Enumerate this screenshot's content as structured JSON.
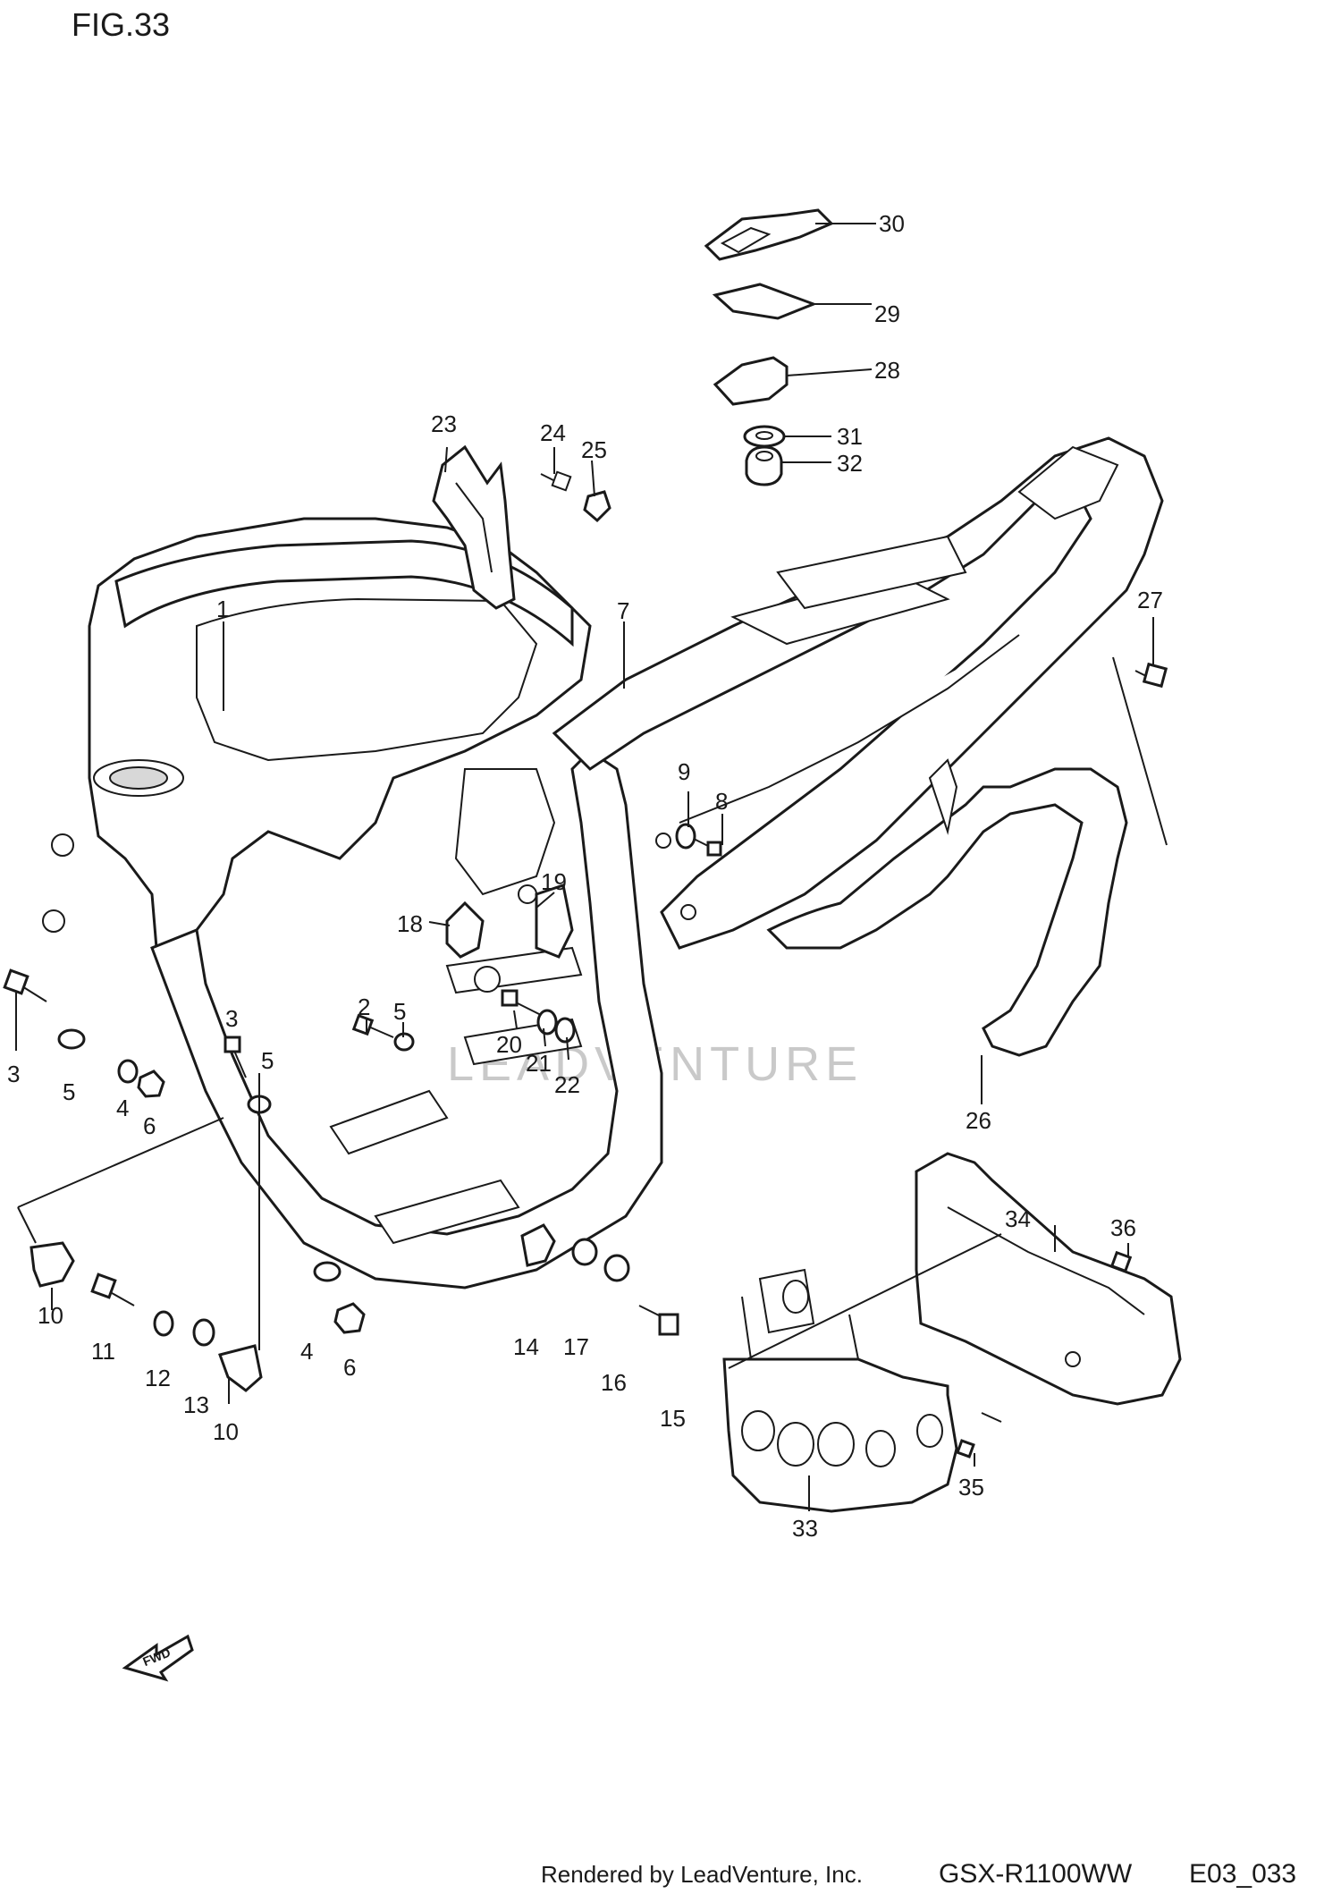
{
  "figure_label": "FIG.33",
  "watermark": "LEADVENTURE",
  "footer": {
    "rendered_by": "Rendered by LeadVenture, Inc.",
    "model_code": "GSX-R1100WW",
    "diagram_code": "E03_033"
  },
  "fwd_arrow_label": "FWD",
  "callouts": [
    {
      "id": "c1",
      "text": "1"
    },
    {
      "id": "c2",
      "text": "2"
    },
    {
      "id": "c3a",
      "text": "3"
    },
    {
      "id": "c3b",
      "text": "3"
    },
    {
      "id": "c4a",
      "text": "4"
    },
    {
      "id": "c4b",
      "text": "4"
    },
    {
      "id": "c5a",
      "text": "5"
    },
    {
      "id": "c5b",
      "text": "5"
    },
    {
      "id": "c5c",
      "text": "5"
    },
    {
      "id": "c6a",
      "text": "6"
    },
    {
      "id": "c6b",
      "text": "6"
    },
    {
      "id": "c7",
      "text": "7"
    },
    {
      "id": "c8",
      "text": "8"
    },
    {
      "id": "c9",
      "text": "9"
    },
    {
      "id": "c10a",
      "text": "10"
    },
    {
      "id": "c10b",
      "text": "10"
    },
    {
      "id": "c11",
      "text": "11"
    },
    {
      "id": "c12",
      "text": "12"
    },
    {
      "id": "c13",
      "text": "13"
    },
    {
      "id": "c14",
      "text": "14"
    },
    {
      "id": "c15",
      "text": "15"
    },
    {
      "id": "c16",
      "text": "16"
    },
    {
      "id": "c17",
      "text": "17"
    },
    {
      "id": "c18",
      "text": "18"
    },
    {
      "id": "c19",
      "text": "19"
    },
    {
      "id": "c20",
      "text": "20"
    },
    {
      "id": "c21",
      "text": "21"
    },
    {
      "id": "c22",
      "text": "22"
    },
    {
      "id": "c23",
      "text": "23"
    },
    {
      "id": "c24",
      "text": "24"
    },
    {
      "id": "c25",
      "text": "25"
    },
    {
      "id": "c26",
      "text": "26"
    },
    {
      "id": "c27",
      "text": "27"
    },
    {
      "id": "c28",
      "text": "28"
    },
    {
      "id": "c29",
      "text": "29"
    },
    {
      "id": "c30",
      "text": "30"
    },
    {
      "id": "c31",
      "text": "31"
    },
    {
      "id": "c32",
      "text": "32"
    },
    {
      "id": "c33",
      "text": "33"
    },
    {
      "id": "c34",
      "text": "34"
    },
    {
      "id": "c35",
      "text": "35"
    },
    {
      "id": "c36",
      "text": "36"
    }
  ]
}
